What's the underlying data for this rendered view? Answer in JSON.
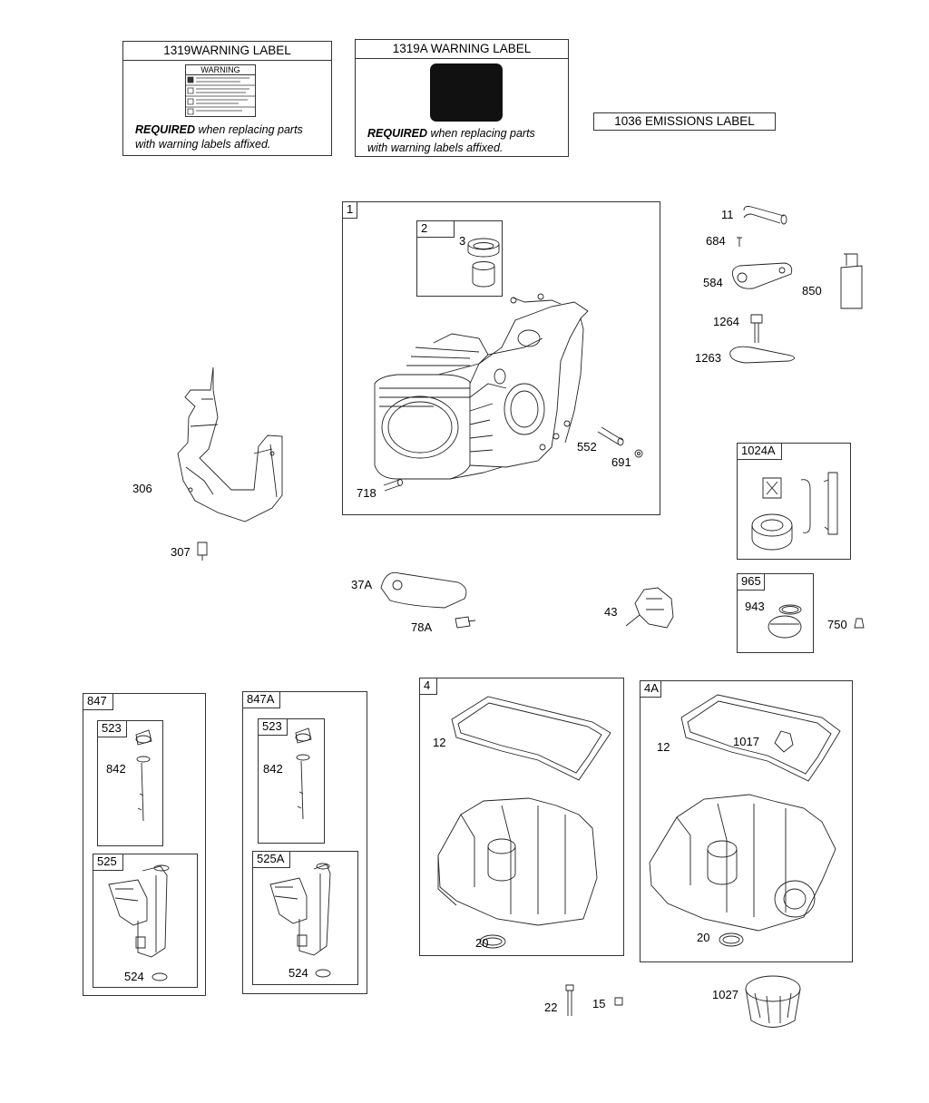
{
  "labels": {
    "l1319": {
      "title": "1319WARNING LABEL",
      "inner_warning": "WARNING",
      "req_bold": "REQUIRED",
      "req_rest": " when replacing parts",
      "req_line2": "with warning labels affixed."
    },
    "l1319a": {
      "title": "1319A WARNING LABEL",
      "req_bold": "REQUIRED",
      "req_rest": " when replacing parts",
      "req_line2": "with warning labels affixed."
    },
    "l1036": {
      "title": "1036 EMISSIONS LABEL"
    }
  },
  "boxes": {
    "b1": "1",
    "b2": "2",
    "b1024a": "1024A",
    "b965": "965",
    "b847": "847",
    "b847a": "847A",
    "b523": "523",
    "b523a": "523",
    "b525": "525",
    "b525a": "525A",
    "b4": "4",
    "b4a": "4A"
  },
  "parts": {
    "p3": "3",
    "p11": "11",
    "p684": "684",
    "p584": "584",
    "p850": "850",
    "p1264": "1264",
    "p1263": "1263",
    "p306": "306",
    "p307": "307",
    "p552": "552",
    "p691": "691",
    "p718": "718",
    "p37a": "37A",
    "p78a": "78A",
    "p43": "43",
    "p943": "943",
    "p750": "750",
    "p842": "842",
    "p842a": "842",
    "p524": "524",
    "p524a": "524",
    "p12": "12",
    "p12a": "12",
    "p1017": "1017",
    "p20": "20",
    "p20a": "20",
    "p22": "22",
    "p15": "15",
    "p1027": "1027"
  }
}
